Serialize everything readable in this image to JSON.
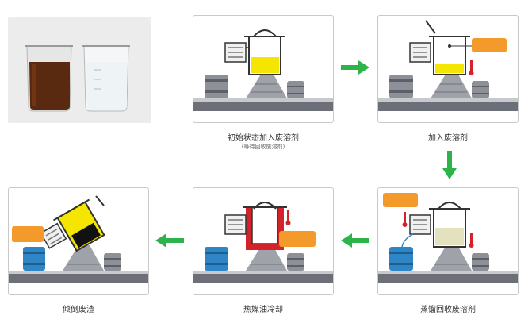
{
  "steps": [
    {
      "caption": "初始状态加入废溶剂",
      "subcaption": "(等待回收废溶剂)"
    },
    {
      "caption": "加入废溶剂",
      "subcaption": ""
    },
    {
      "caption": "蒸馏回收废溶剂",
      "subcaption": ""
    },
    {
      "caption": "热媒油冷却",
      "subcaption": ""
    },
    {
      "caption": "倾倒废渣",
      "subcaption": ""
    }
  ],
  "colors": {
    "arrow": "#2db34a",
    "yellow_liquid": "#f4e600",
    "red_oil": "#d4222a",
    "orange_label": "#f39a2b",
    "blue_drum": "#2f86c6",
    "floor": "#6c6f78"
  }
}
